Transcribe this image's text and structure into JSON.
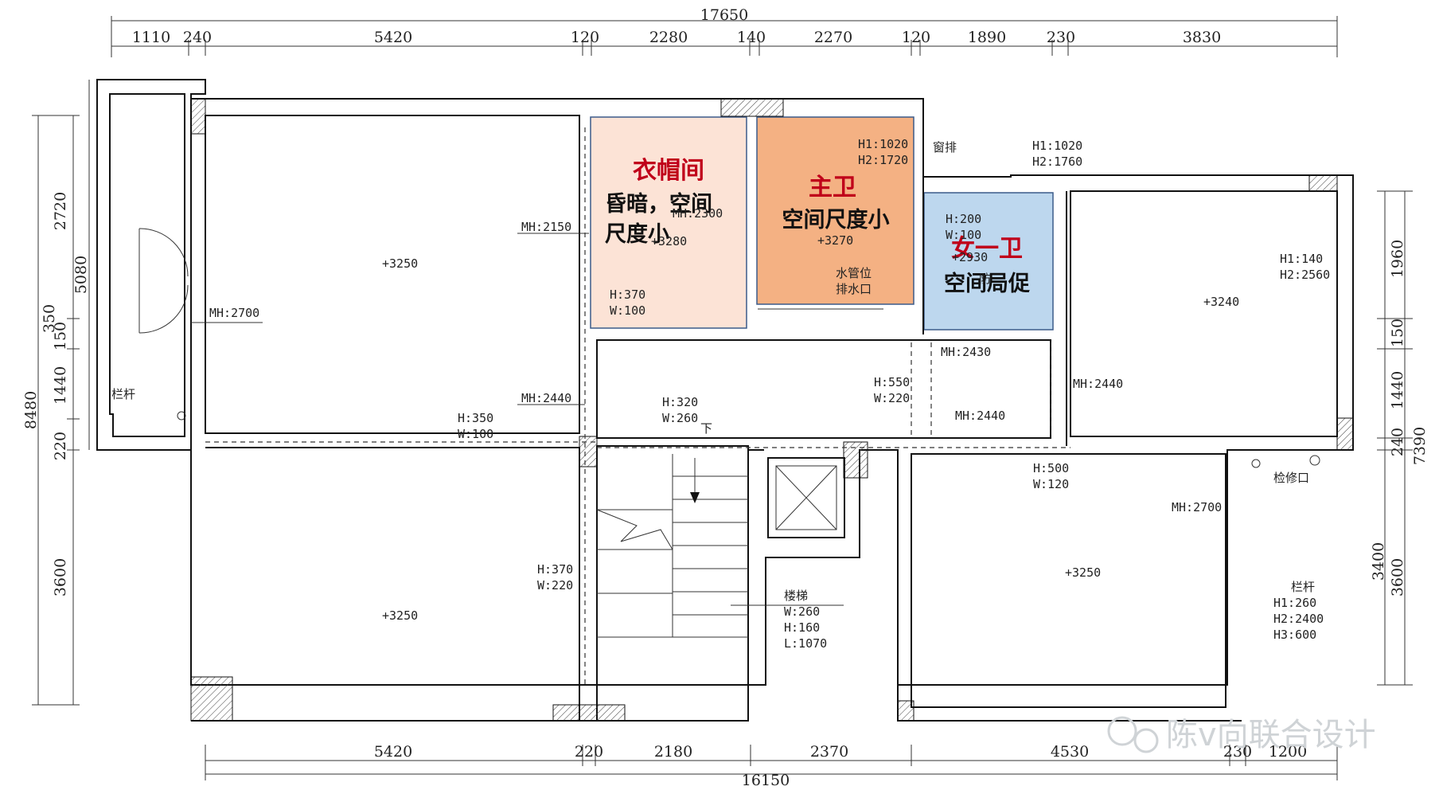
{
  "dims_top": {
    "total": "17650",
    "segments": [
      "1110",
      "240",
      "5420",
      "120",
      "2280",
      "140",
      "2270",
      "120",
      "1890",
      "230",
      "3830"
    ]
  },
  "dims_bottom": {
    "total": "16150",
    "segments": [
      "5420",
      "220",
      "2180",
      "2370",
      "4530",
      "230",
      "1200"
    ]
  },
  "dims_left": {
    "outer": "8480",
    "col1": [
      "5080",
      "350",
      "150",
      "1440",
      "220",
      "3600"
    ],
    "col2": [
      "2720"
    ]
  },
  "dims_right": {
    "outer": "7390",
    "col1": [
      "1960",
      "150",
      "1440",
      "240",
      "3400",
      "3600"
    ]
  },
  "rooms": {
    "closet": {
      "title": "衣帽间",
      "note_line1": "昏暗，空间",
      "note_line2": "尺度小",
      "color": "#fce3d6",
      "title_color": "#c0001a"
    },
    "master_bath": {
      "title": "主卫",
      "note": "空间尺度小",
      "color": "#f4b183",
      "title_color": "#c0001a"
    },
    "guest_bath": {
      "title": "女一卫",
      "note": "空间局促",
      "color": "#bdd7ee",
      "title_color": "#c0001a"
    }
  },
  "annotations": {
    "mh2150": "MH:2150",
    "mh2300": "MH:2300",
    "mh2700_left": "MH:2700",
    "mh2440_left": "MH:2440",
    "mh2430": "MH:2430",
    "mh2440_mid": "MH:2440",
    "mh2440_right": "MH:2440",
    "mh2700_right": "MH:2700",
    "lvl3250_a": "+3250",
    "lvl3250_b": "+3250",
    "lvl3250_c": "+3250",
    "lvl3240": "+3240",
    "lvl3280": "+3280",
    "lvl3270": "+3270",
    "lvl2930": "+2930",
    "h370_w100": [
      "H:370",
      "W:100"
    ],
    "h1_1020_h2_1720": [
      "H1:1020",
      "H2:1720"
    ],
    "window_vent": "窗排",
    "h1_1020_h2_1760": [
      "H1:1020",
      "H2:1760"
    ],
    "h200_w100": [
      "H:200",
      "W:100"
    ],
    "h1_140_h2_2560": [
      "H1:140",
      "H2:2560"
    ],
    "water_pipe": [
      "水管位",
      "排水口"
    ],
    "h550_w220": [
      "H:550",
      "W:220"
    ],
    "h320_w260": [
      "H:320",
      "W:260"
    ],
    "down": "下",
    "h350_w100": [
      "H:350",
      "W:100"
    ],
    "h370_w220": [
      "H:370",
      "W:220"
    ],
    "h500_w120": [
      "H:500",
      "W:120"
    ],
    "stairs": [
      "楼梯",
      "W:260",
      "H:160",
      "L:1070"
    ],
    "railing_left": "栏杆",
    "railing_right": [
      "栏杆",
      "H1:260",
      "H2:2400",
      "H3:600"
    ],
    "access_panel": "检修口",
    "fragment": "防"
  },
  "watermark": "陈v向联合设计"
}
